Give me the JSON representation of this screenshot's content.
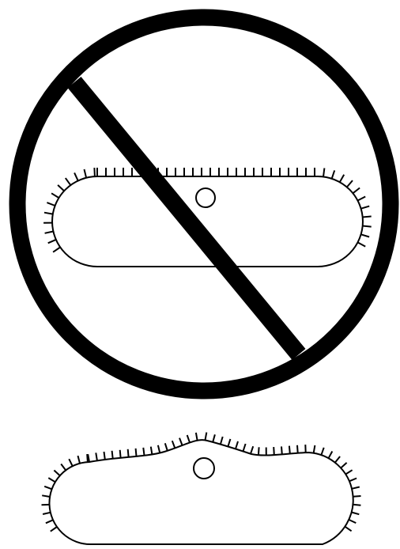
{
  "colors": {
    "ink": "#000000",
    "background": "#ffffff"
  },
  "figure": {
    "prohibited_cell": {
      "shape": "rod",
      "surface": "cilia-lined",
      "feature": "nucleus-circle",
      "overlay": "prohibition-sign"
    },
    "accepted_cell": {
      "shape": "wavy-top-rod",
      "surface": "cilia-lined",
      "feature": "nucleus-circle"
    }
  }
}
